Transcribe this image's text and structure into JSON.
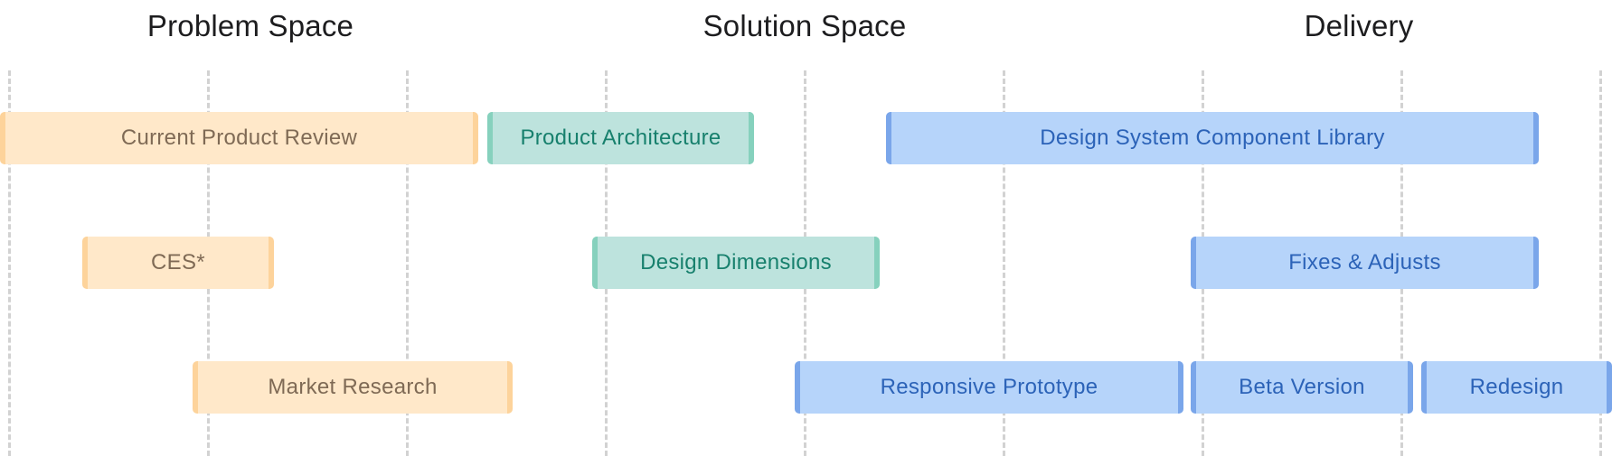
{
  "phases": [
    {
      "id": "problem",
      "title": "Problem Space"
    },
    {
      "id": "solution",
      "title": "Solution Space"
    },
    {
      "id": "delivery",
      "title": "Delivery"
    }
  ],
  "tasks": {
    "current_product_review": "Current Product Review",
    "ces": "CES*",
    "market_research": "Market Research",
    "product_architecture": "Product Architecture",
    "design_dimensions": "Design Dimensions",
    "design_system_component_library": "Design System Component Library",
    "fixes_adjusts": "Fixes & Adjusts",
    "responsive_prototype": "Responsive Prototype",
    "beta_version": "Beta Version",
    "redesign": "Redesign"
  },
  "colors": {
    "problem_fill": "#ffe8c9",
    "problem_edge": "#fdd39b",
    "solution_fill": "#bde3dd",
    "solution_edge": "#86d1bd",
    "delivery_fill": "#b6d4fa",
    "delivery_edge": "#7aa6ea"
  }
}
